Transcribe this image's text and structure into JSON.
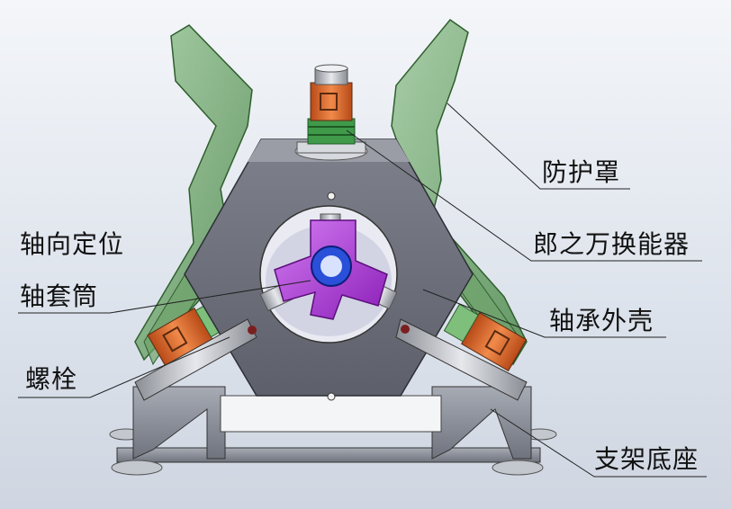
{
  "labels": {
    "protective_cover": "防护罩",
    "langevin_transducer": "郎之万换能器",
    "axial_positioning": "轴向定位",
    "shaft_sleeve": "轴套筒",
    "bearing_housing": "轴承外壳",
    "bolt": "螺栓",
    "support_base": "支架底座"
  },
  "colors": {
    "cover_green": "#6fa36b",
    "frame_grey": "#6b6e78",
    "sleeve_purple": "#b23de0",
    "transducer_orange": "#d9642a",
    "ring_blue": "#2a4fd8"
  }
}
